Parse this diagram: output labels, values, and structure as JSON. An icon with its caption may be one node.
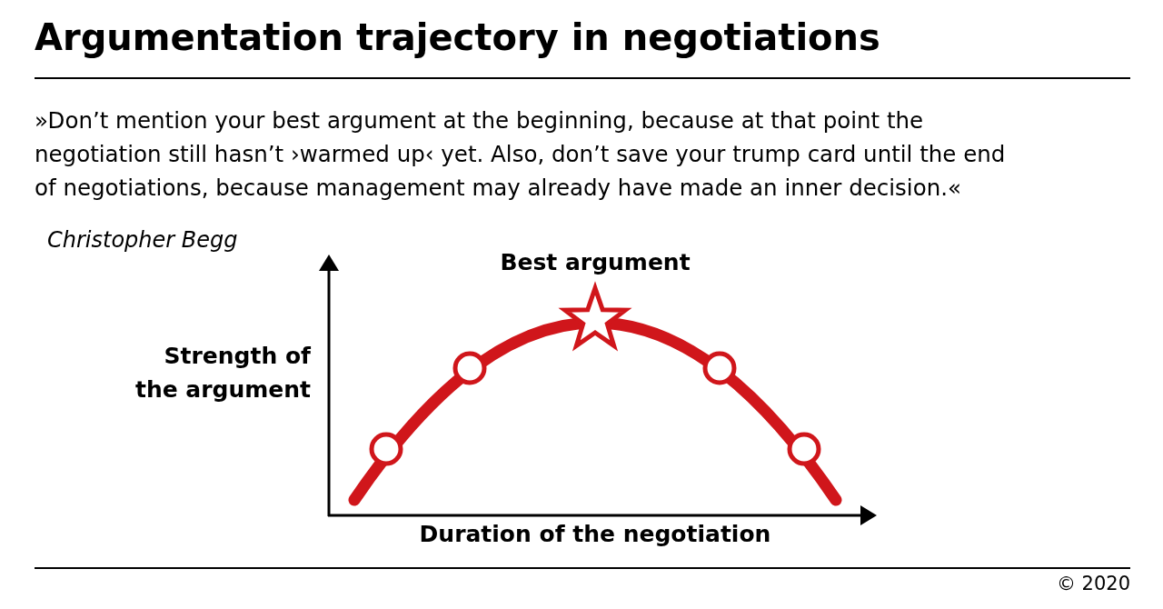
{
  "diagram": {
    "title": "Argumentation trajectory in negotiations",
    "labels": [
      "»Don’t mention your best argument at the beginning, because at that point the negotiation still hasn’t ›warmed up‹ yet. Also, don’t save your trump card until the end of negotiations, because management may already have made an inner decision.«",
      "Christopher Begg",
      "Best argument",
      "Strength of the argument",
      "Duration of the negotiation",
      "© 2020"
    ]
  }
}
